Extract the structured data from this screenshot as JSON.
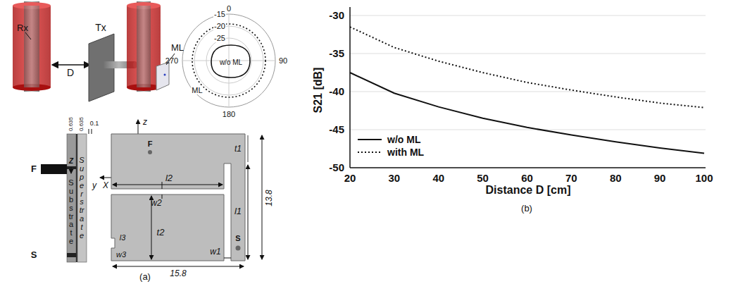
{
  "diagram": {
    "labels": [
      "Rx",
      "D",
      "Tx",
      "ML",
      "0",
      "-15",
      "-20",
      "-25",
      "90",
      "270",
      "180",
      "w/o ML",
      "ML",
      "0.1",
      "0.635",
      "0.635",
      "F",
      "Z",
      "Substrate",
      "Superstrate",
      "S",
      "y",
      "X",
      "z",
      "F",
      "l2",
      "w2",
      "l3",
      "w3",
      "t2",
      "t1",
      "l1",
      "w1",
      "S",
      "13.8",
      "15.8",
      "(a)",
      "-30",
      "-35",
      "-40",
      "-45",
      "-50",
      "20",
      "30",
      "40",
      "50",
      "60",
      "70",
      "80",
      "90",
      "100",
      "S21 [dB]",
      "Distance D [cm]",
      "(b)"
    ],
    "legend": [
      {
        "text": "w/o ML"
      },
      {
        "text": "with ML"
      }
    ]
  }
}
